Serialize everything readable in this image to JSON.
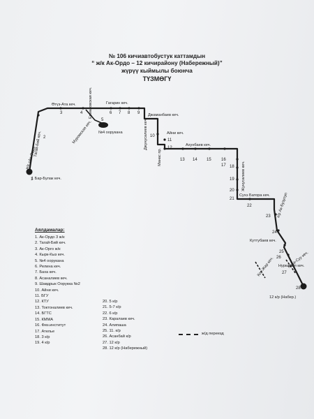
{
  "header": {
    "line1": "№ 106  кичиавтобустук каттамдын",
    "line2": "“ ж/к Ак-Ордо – 12   кичирайону (Набережный)”",
    "line3": "жүрүү кыймылы боюнча",
    "line4": "ТҮЗМӨГҮ"
  },
  "streets": {
    "ak_ordo": "ж/к «Ак-Орд»",
    "tagai_biy": "Тагай-Бий кеч.",
    "bar_bulak": "1 Бар-Булак кеч.",
    "otuz_ata": "Өтүз-Ата кеч.",
    "murom": "Муромская кеч.",
    "ermakov": "Ермаковская кеч.",
    "gagarin": "Гагарин кеч.",
    "school4": "№4 оорукана",
    "jamanbaev": "Джаманбаев кеч.",
    "junusaliev_v": "Джунусалиев кеч.",
    "ainy": "Айни кеч.",
    "manas": "Манас пр.",
    "ahunbaev": "Ахунбаев кеч.",
    "junusaliev2": "Жунусалиев кеч.",
    "sukhe_bator": "Сухэ Батора кеч.",
    "akbuzulup": "к/р Ак-Бузулуп",
    "kuttubaev": "Куттубаев кеч.",
    "nurkamal": "Нуркамал кеч.",
    "kok_jar": "Кок-Жар кеч.",
    "karasu": "Кара-Суу кеч.",
    "end": "12 к/р (Набер.)"
  },
  "stops": [
    "1",
    "2",
    "3",
    "4",
    "5",
    "6",
    "7",
    "8",
    "9",
    "10",
    "11",
    "12",
    "13",
    "14",
    "15",
    "16",
    "17",
    "18",
    "19",
    "20",
    "21",
    "22",
    "23",
    "24",
    "25",
    "26",
    "27",
    "28"
  ],
  "legend": {
    "heading": "Аялдамалар:",
    "col1": [
      "1. Ак-Ордо 3 ж/к",
      "2. Тагай-Бий кеч.",
      "3. Ак-Орго ж/к",
      "4. Кырк-Кыз кеч.",
      "5. №4 оорукана",
      "6. Релина кеч.",
      "7. Баха кеч.",
      "8. Асаналиев кеч.",
      "9. Шавдрык Оорукка №2",
      "10. Айни кеч.",
      "11. БГУ",
      "12. КТУ",
      "13. Токтоналиев кеч.",
      "14. БГТС",
      "15. КММА",
      "16. Физ.институт",
      "17. Ателье",
      "18. 3 к/р",
      "19. 4 к/р"
    ],
    "col2": [
      "20. 5 к/р",
      "21. 5-7 к/р",
      "22. 6 к/р",
      "23. Каралаев кеч.",
      "24. Алипаша",
      "25. 11. к/р",
      "26. Асанбай к/р",
      "27. 12 к/р",
      "28. 12 к/р (Набережный)"
    ],
    "rail": "ж/д переезд"
  }
}
